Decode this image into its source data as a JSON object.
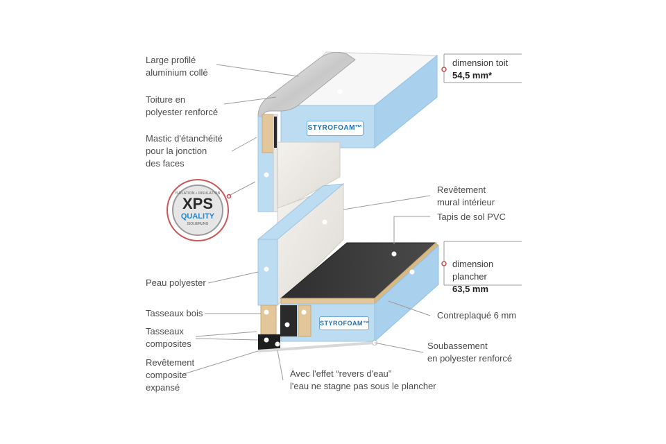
{
  "labels": {
    "profile": "Large profilé\naluminium collé",
    "roof": "Toiture en\npolyester renforcé",
    "mastic": "Mastic d'étanchéité\npour la jonction\ndes faces",
    "skin": "Peau polyester",
    "wood": "Tasseaux bois",
    "composite": "Tasseaux\ncomposites",
    "expanded": "Revêtement\ncomposite\nexpansé",
    "wall": "Revêtement\nmural intérieur",
    "pvc": "Tapis de sol PVC",
    "plywood": "Contreplaqué 6 mm",
    "base": "Soubassement\nen polyester renforcé",
    "water": "Avec l'effet “revers d'eau”\nl'eau ne stagne pas sous le plancher"
  },
  "dimensions": {
    "roof_caption": "dimension toit",
    "roof_value": "54,5 mm*",
    "floor_caption": "dimension\nplancher",
    "floor_value": "63,5 mm"
  },
  "panels": {
    "top": "STYROFOAM™",
    "bottom": "STYROFOAM™"
  },
  "badge": {
    "top_text": "ISOLATION • INSULATION",
    "brand": "XPS",
    "quality": "QUALITY",
    "bottom_text": "ISOLIERUNG"
  },
  "colors": {
    "foam": "#bcdcf2",
    "foam_dark": "#8fc2e6",
    "wood": "#e3c79a",
    "pvc": "#3c3c3c",
    "accent": "#cc4444",
    "leader": "#9a9a9a"
  }
}
